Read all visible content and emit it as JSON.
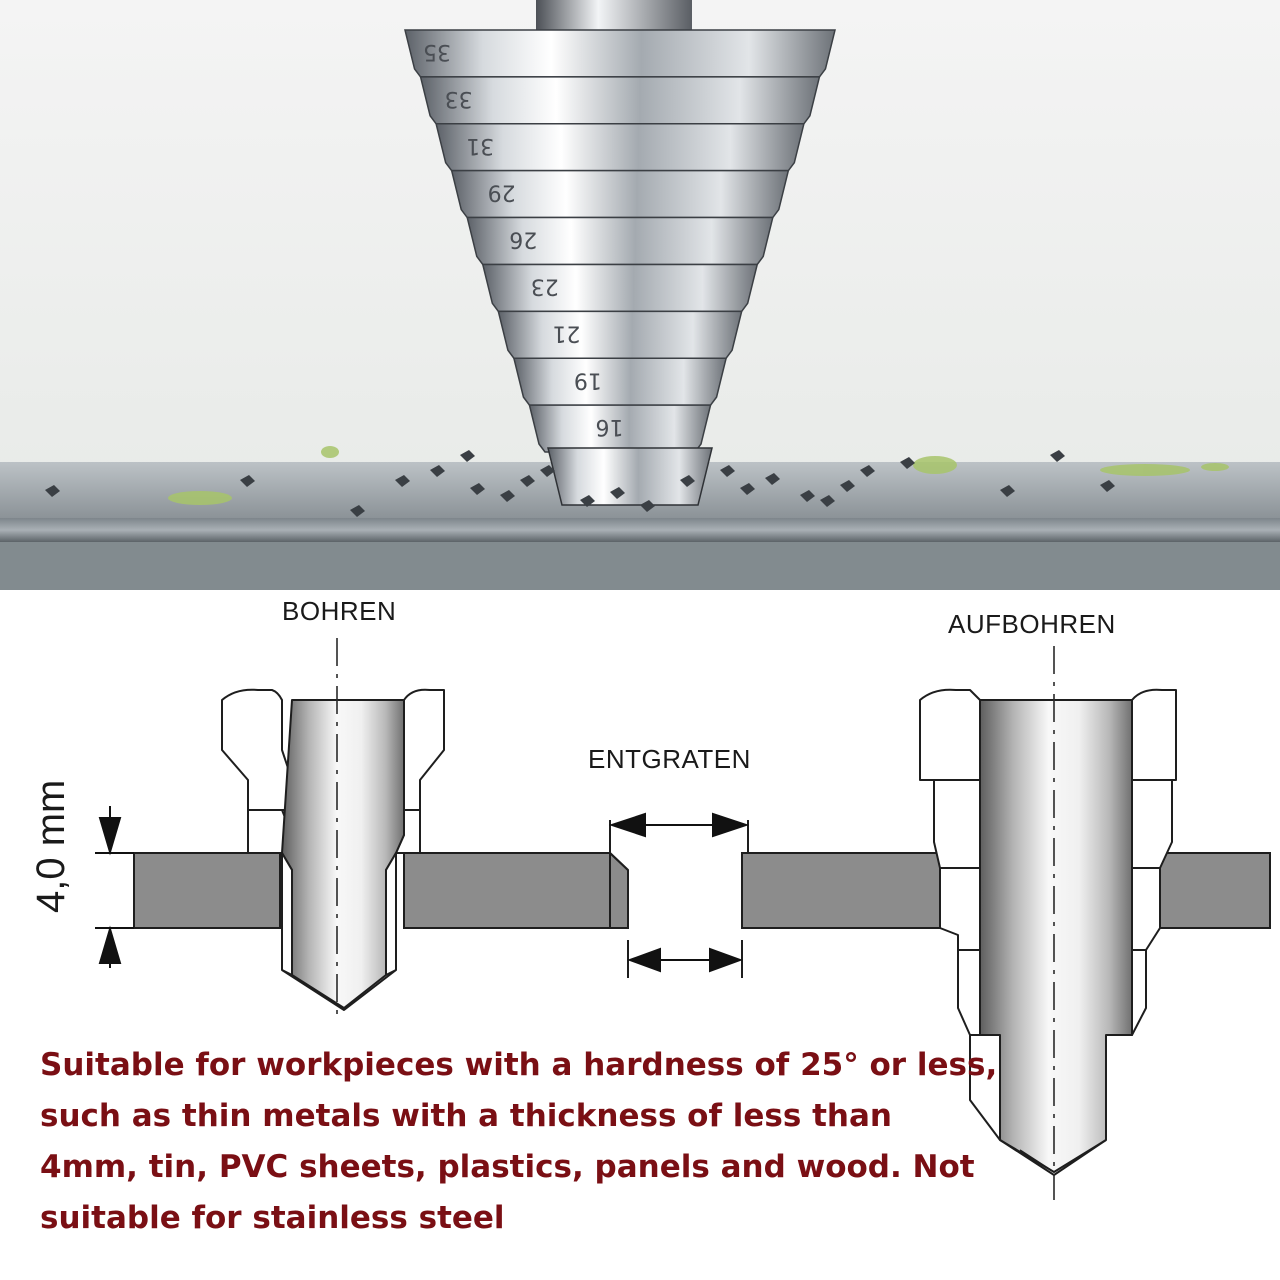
{
  "diagram": {
    "label_bohren": "BOHREN",
    "label_entgraten": "ENTGRATEN",
    "label_aufbohren": "AUFBOHREN",
    "thickness_label": "4,0 mm"
  },
  "photo": {
    "step_markings": [
      "35",
      "33",
      "31",
      "29",
      "26",
      "23",
      "21",
      "19",
      "16"
    ]
  },
  "caption": "Suitable for workpieces with a hardness of 25° or less, such as thin metals with a thickness of less than 4mm, tin, PVC sheets, plastics, panels and wood. Not suitable for stainless steel",
  "colors": {
    "caption": "#7a0f14",
    "plate": "#8c8c8c",
    "metal_steel": "#c0c4c8"
  }
}
